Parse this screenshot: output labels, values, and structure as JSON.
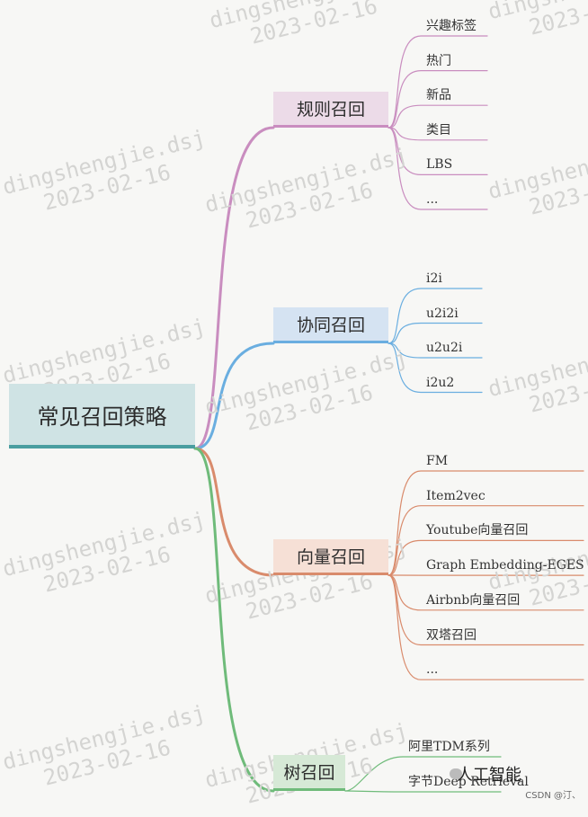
{
  "watermark": {
    "name": "dingshengjie.dsj",
    "date": "2023-02-16"
  },
  "root": {
    "label": "常见召回策略"
  },
  "branches": [
    {
      "label": "规则召回",
      "fill": "#ecdbe8",
      "stroke": "#c98dbf",
      "leaves": [
        "兴趣标签",
        "热门",
        "新品",
        "类目",
        "LBS",
        "..."
      ]
    },
    {
      "label": "协同召回",
      "fill": "#d5e3f2",
      "stroke": "#6aaee0",
      "leaves": [
        "i2i",
        "u2i2i",
        "u2u2i",
        "i2u2"
      ]
    },
    {
      "label": "向量召回",
      "fill": "#f6e0d6",
      "stroke": "#d98b6c",
      "leaves": [
        "FM",
        "Item2vec",
        "Youtube向量召回",
        "Graph Embedding-EGES",
        "Airbnb向量召回",
        "双塔召回",
        "..."
      ]
    },
    {
      "label": "树召回",
      "fill": "#d6e9d6",
      "stroke": "#6fbb7a",
      "leaves": [
        "阿里TDM系列",
        "字节Deep Retrieval"
      ]
    }
  ],
  "footer": {
    "brand": "人工智能",
    "credit": "CSDN @汀、"
  }
}
